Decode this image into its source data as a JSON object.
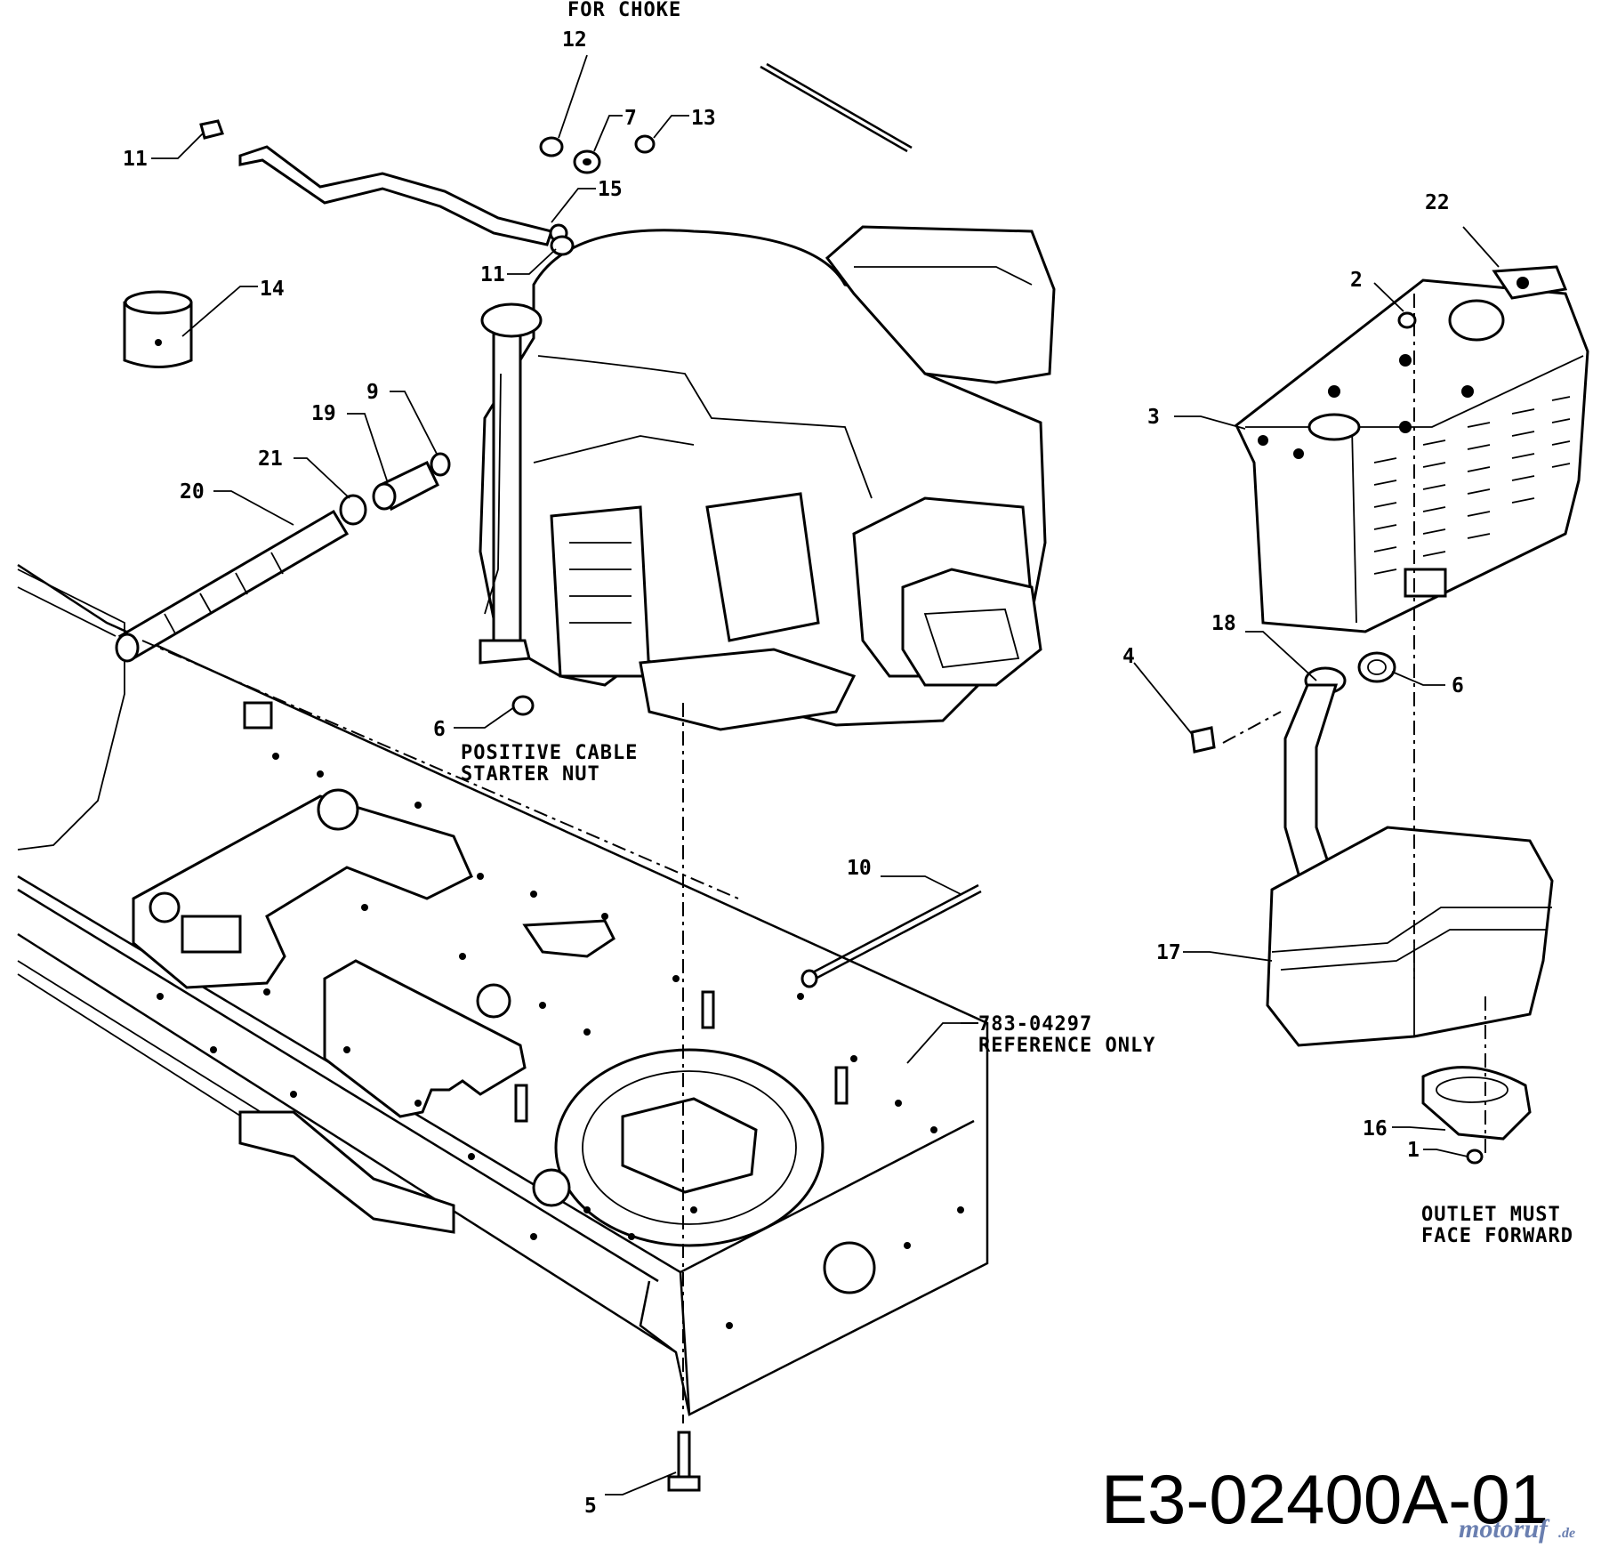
{
  "callouts": {
    "n1": "1",
    "n2": "2",
    "n3": "3",
    "n4": "4",
    "n5": "5",
    "n6a": "6",
    "n6b": "6",
    "n7": "7",
    "n9": "9",
    "n10": "10",
    "n11a": "11",
    "n11b": "11",
    "n12": "12",
    "n13": "13",
    "n14": "14",
    "n15": "15",
    "n16": "16",
    "n17": "17",
    "n18": "18",
    "n19": "19",
    "n20": "20",
    "n21": "21",
    "n22": "22"
  },
  "notes": {
    "choke": "FOR CHOKE",
    "positive_cable_1": "POSITIVE CABLE",
    "positive_cable_2": "STARTER NUT",
    "reference_1": "783-04297",
    "reference_2": "REFERENCE ONLY",
    "outlet_1": "OUTLET MUST",
    "outlet_2": "FACE FORWARD"
  },
  "diagram_code": "E3-02400A-01",
  "watermark": {
    "text_main": "motoruf",
    "text_suffix": ".de",
    "color_main": "#6a7fb0",
    "color_accent": "#d98a2b"
  }
}
